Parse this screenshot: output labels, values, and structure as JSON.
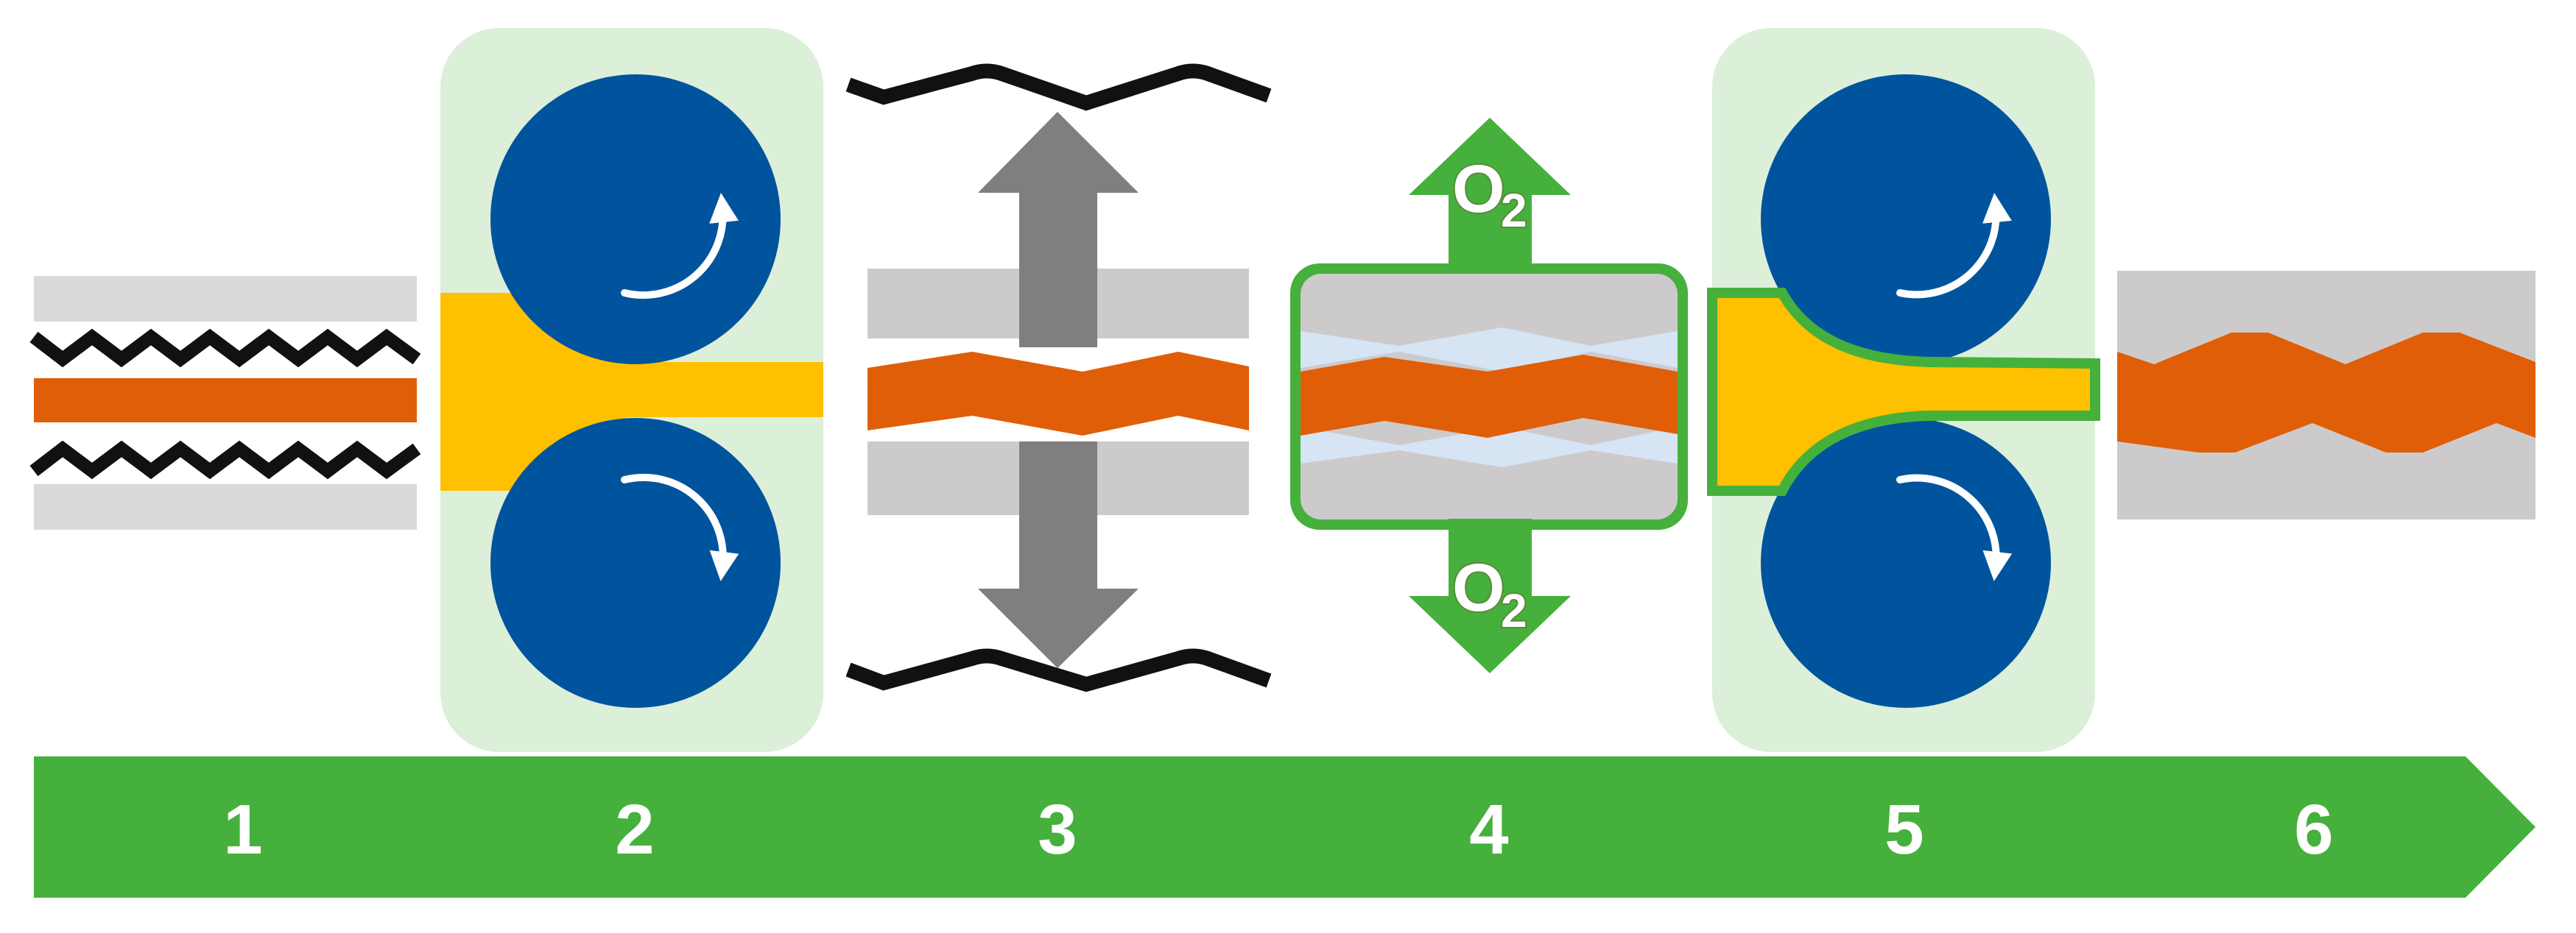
{
  "colors": {
    "green": "#45b03c",
    "light_green": "#dcefd9",
    "blue": "#00549d",
    "orange": "#e05e07",
    "yellow": "#ffc000",
    "gray_layer": "#cdcacc",
    "light_gray": "#d9d9d9",
    "arrow_gray": "#7f7f7f",
    "light_blue": "#d6e4f4",
    "black": "#111111",
    "white": "#ffffff"
  },
  "process_arrow": {
    "steps": [
      "1",
      "2",
      "3",
      "4",
      "5",
      "6"
    ]
  },
  "oxygen_labels": {
    "top": {
      "main": "O",
      "sub": "2"
    },
    "bottom": {
      "main": "O",
      "sub": "2"
    }
  },
  "icons": {
    "roller": "rotating-roller-icon",
    "press": "vertical-press-arrow-icon",
    "oxygen": "oxygen-release-arrow-icon"
  }
}
